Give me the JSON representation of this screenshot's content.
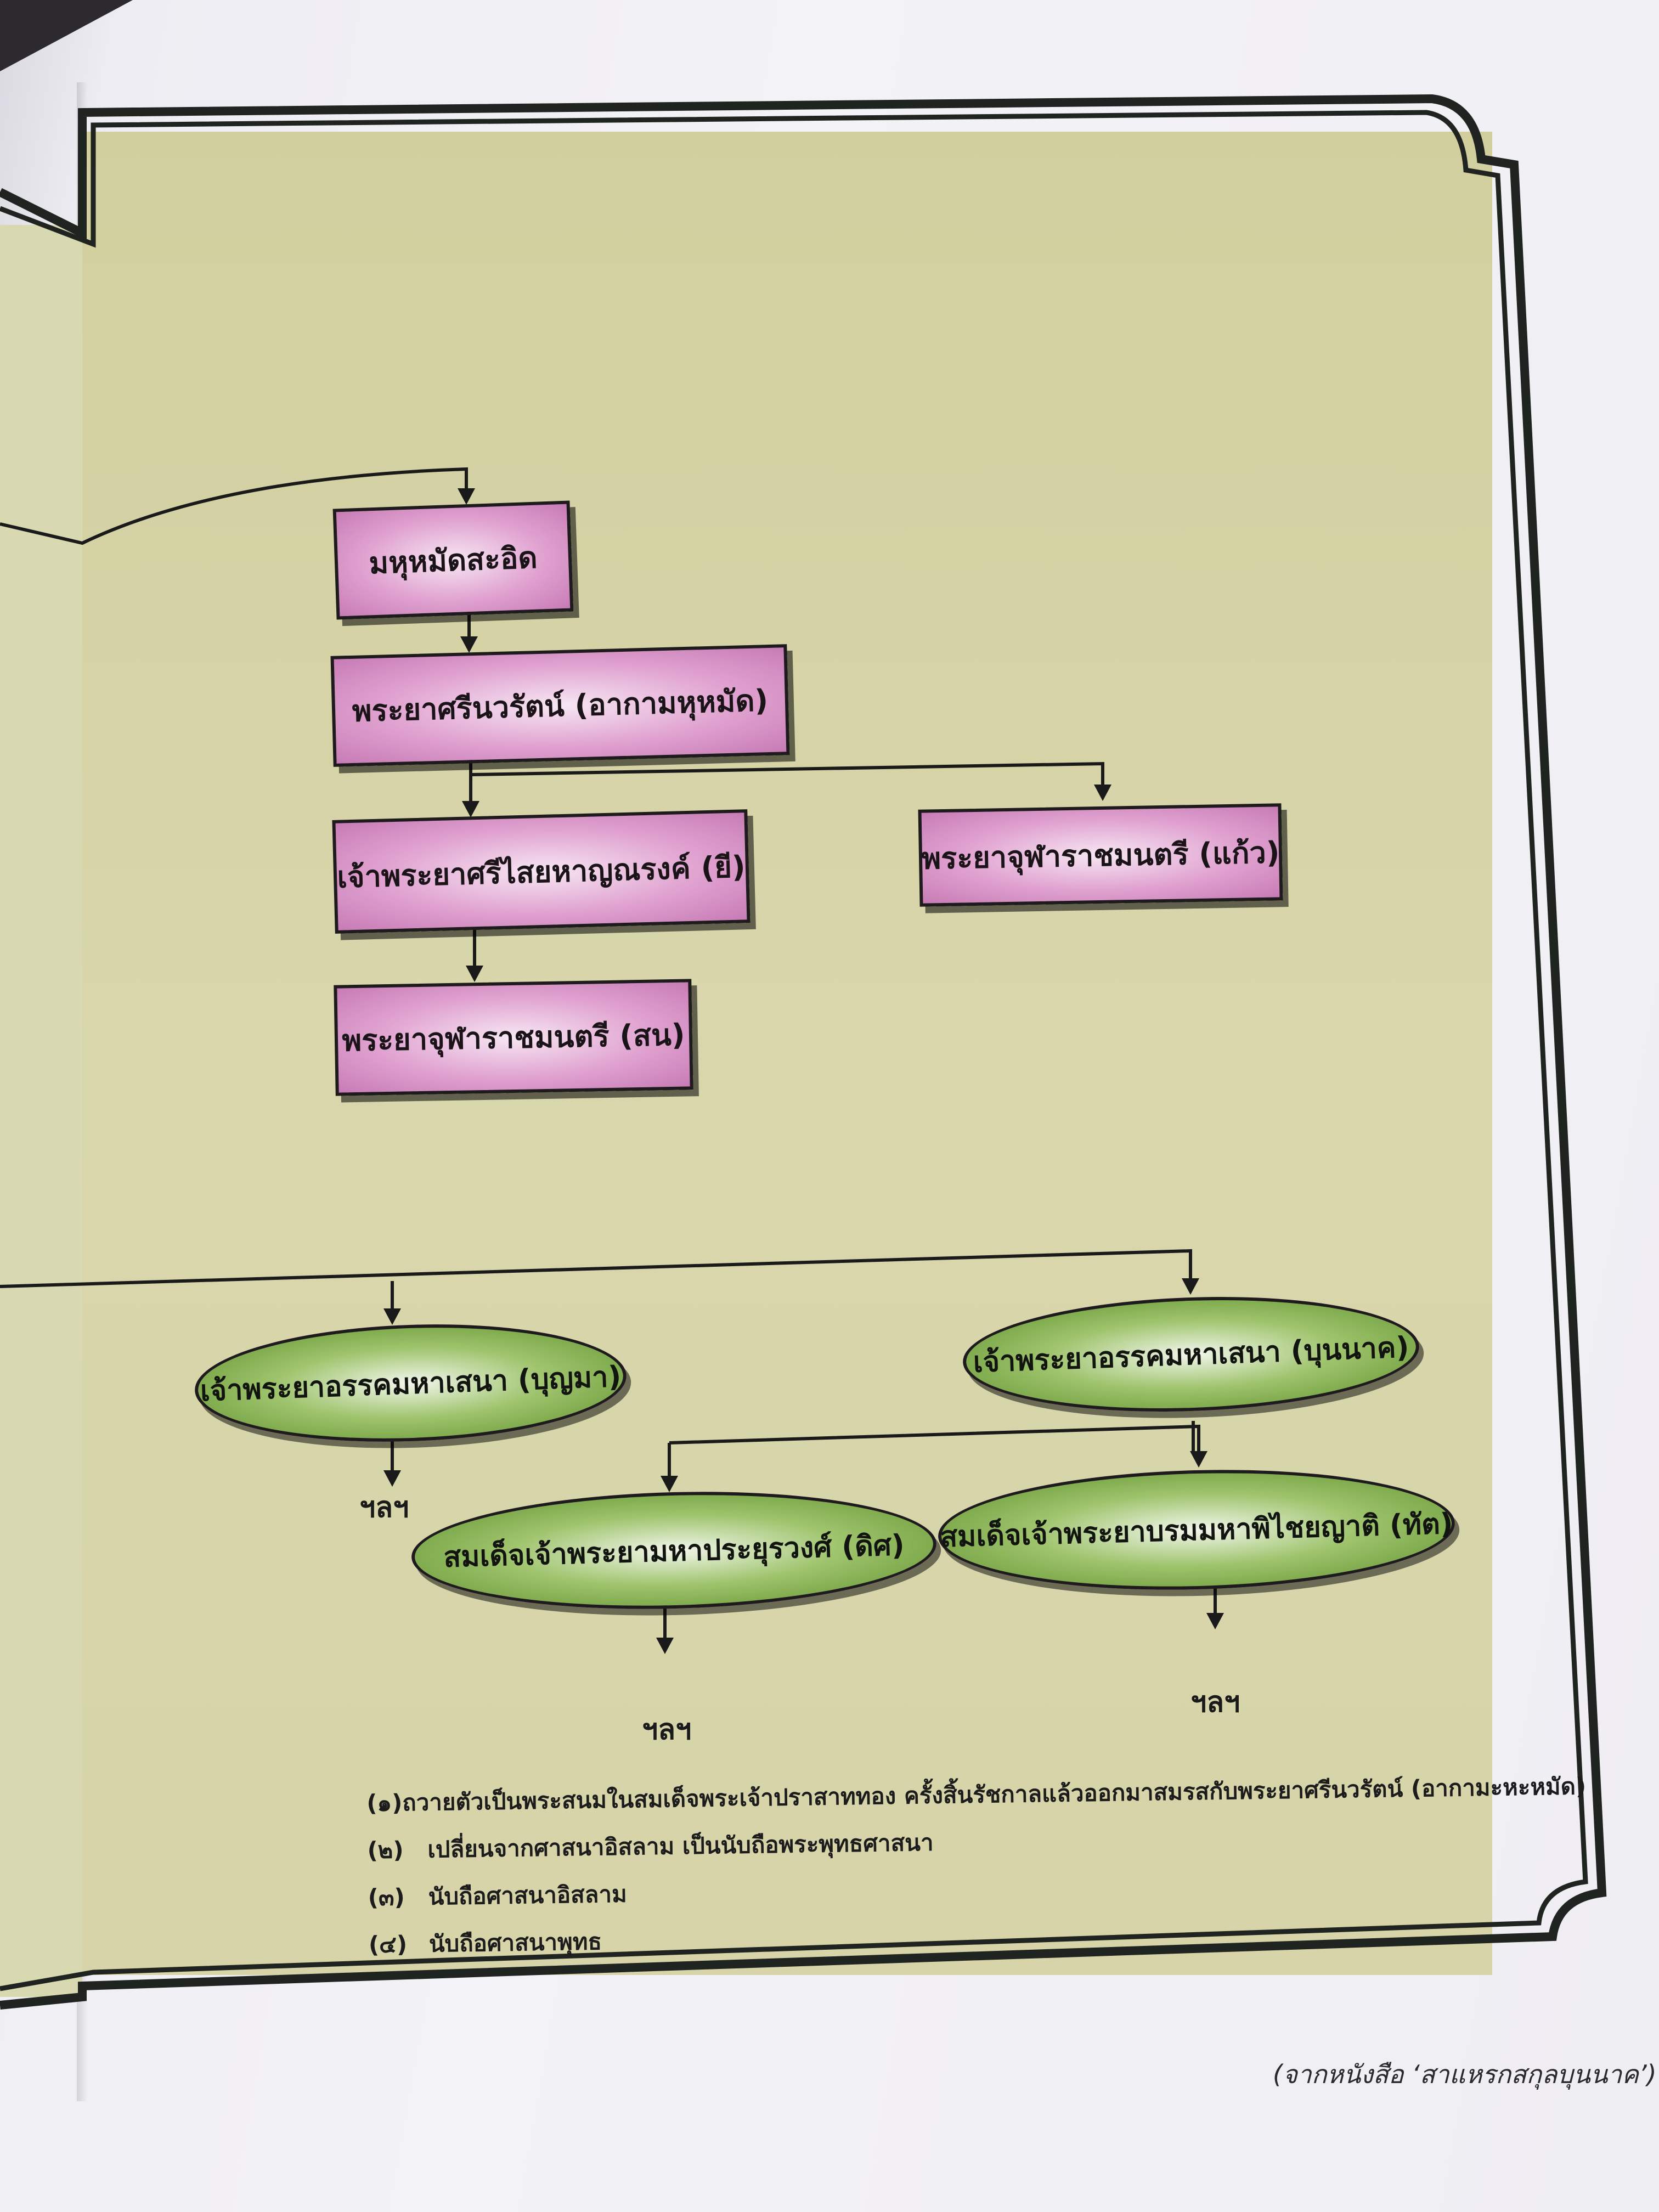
{
  "nodes": {
    "n1": "มหุหมัดสะอิด",
    "n2": "พระยาศรีนวรัตน์ (อากามหุหมัด)",
    "n3": "เจ้าพระยาศรีไสยหาญณรงค์ (ยี)",
    "n4": "พระยาจุฬาราชมนตรี (แก้ว)",
    "n5": "พระยาจุฬาราชมนตรี (สน)",
    "n6": "เจ้าพระยาอรรคมหาเสนา (บุญมา)",
    "n7": "เจ้าพระยาอรรคมหาเสนา (บุนนาค)",
    "n8": "สมเด็จเจ้าพระยามหาประยุรวงศ์ (ดิศ)",
    "n9": "สมเด็จเจ้าพระยาบรมมหาพิไชยญาติ (ทัต)"
  },
  "etc": [
    "ฯลฯ",
    "ฯลฯ",
    "ฯลฯ"
  ],
  "notes": [
    {
      "num": "(๑)",
      "text": "ถวายตัวเป็นพระสนมในสมเด็จพระเจ้าปราสาททอง ครั้งสิ้นรัชกาลแล้วออกมาสมรสกับพระยาศรีนวรัตน์ (อากามะหะหมัด)"
    },
    {
      "num": "(๒)",
      "text": "เปลี่ยนจากศาสนาอิสลาม เป็นนับถือพระพุทธศาสนา"
    },
    {
      "num": "(๓)",
      "text": "นับถือศาสนาอิสลาม"
    },
    {
      "num": "(๔)",
      "text": "นับถือศาสนาพุทธ"
    }
  ],
  "source": "(จากหนังสือ ‘สาแหรกสกุลบุนนาค’)",
  "colors": {
    "box_fill": "#e0a2d0",
    "oval_fill": "#9fc46d",
    "panel": "#d6d4a8"
  }
}
